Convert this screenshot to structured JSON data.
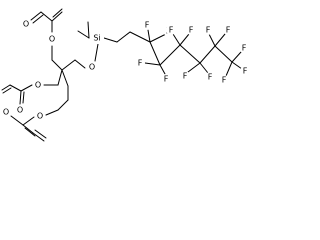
{
  "structure": {
    "atoms": [
      {
        "id": "O1",
        "element": "O",
        "label": "O"
      },
      {
        "id": "O2",
        "element": "O",
        "label": "O"
      },
      {
        "id": "O3",
        "element": "O",
        "label": "O"
      },
      {
        "id": "O4",
        "element": "O",
        "label": "O"
      },
      {
        "id": "O5",
        "element": "O",
        "label": "O"
      },
      {
        "id": "O6",
        "element": "O",
        "label": "O"
      },
      {
        "id": "O7",
        "element": "O",
        "label": "O"
      },
      {
        "id": "Si",
        "element": "Si",
        "label": "Si"
      },
      {
        "id": "F1",
        "element": "F",
        "label": "F"
      },
      {
        "id": "F2",
        "element": "F",
        "label": "F"
      },
      {
        "id": "F3",
        "element": "F",
        "label": "F"
      },
      {
        "id": "F4",
        "element": "F",
        "label": "F"
      },
      {
        "id": "F5",
        "element": "F",
        "label": "F"
      },
      {
        "id": "F6",
        "element": "F",
        "label": "F"
      },
      {
        "id": "F7",
        "element": "F",
        "label": "F"
      },
      {
        "id": "F8",
        "element": "F",
        "label": "F"
      },
      {
        "id": "F9",
        "element": "F",
        "label": "F"
      },
      {
        "id": "F10",
        "element": "F",
        "label": "F"
      },
      {
        "id": "F11",
        "element": "F",
        "label": "F"
      },
      {
        "id": "F12",
        "element": "F",
        "label": "F"
      },
      {
        "id": "F13",
        "element": "F",
        "label": "F"
      }
    ]
  }
}
